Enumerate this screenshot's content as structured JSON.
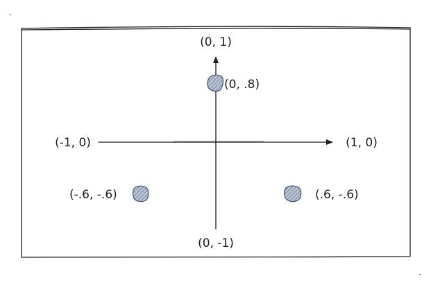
{
  "diagram": {
    "axis_labels": {
      "top": "(0, 1)",
      "bottom": "(0, -1)",
      "left": "(-1, 0)",
      "right": "(1, 0)"
    },
    "points": [
      {
        "label": "(0, .8)",
        "x": 0,
        "y": 0.8
      },
      {
        "label": "(-.6, -.6)",
        "x": -0.6,
        "y": -0.6
      },
      {
        "label": "(.6, -.6)",
        "x": 0.6,
        "y": -0.6
      }
    ],
    "colors": {
      "stroke": "#1e1e1e",
      "point_fill": "#a5b4c8",
      "point_stroke": "#4a5a70"
    }
  }
}
